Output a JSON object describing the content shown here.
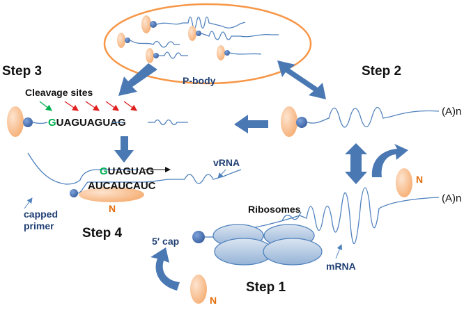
{
  "labels": {
    "step1": "Step 1",
    "step2": "Step 2",
    "step3": "Step 3",
    "step4": "Step 4",
    "p_body": "P-body",
    "cleavage_sites": "Cleavage sites",
    "seq_g": "G",
    "seq_rest": "UAGUAGUAG",
    "vrna": "vRNA",
    "seq4_g": "G",
    "seq4_rest": "UAGUAG",
    "seq4_bottom": "AUCAUCAUC",
    "n_step4": "N",
    "capped": "capped",
    "primer": "primer",
    "five_cap": "5′ cap",
    "ribosomes": "Ribosomes",
    "mrna": "mRNA",
    "polya_step2": "(A)n",
    "polya_step1": "(A)n",
    "n_step1": "N",
    "n_step2": "N"
  },
  "colors": {
    "arrow_blue": "#4a78b3",
    "strand_blue": "#4f81bd",
    "cap_blue": "#4472c4",
    "protein_peach": "#fac090",
    "pbody_orange": "#f79646",
    "ribosome_blue": "#b8cce4",
    "label_navy": "#1f3f73",
    "green_base": "#00b050",
    "red_arrow": "#e02020",
    "n_orange": "#e36c0a"
  }
}
